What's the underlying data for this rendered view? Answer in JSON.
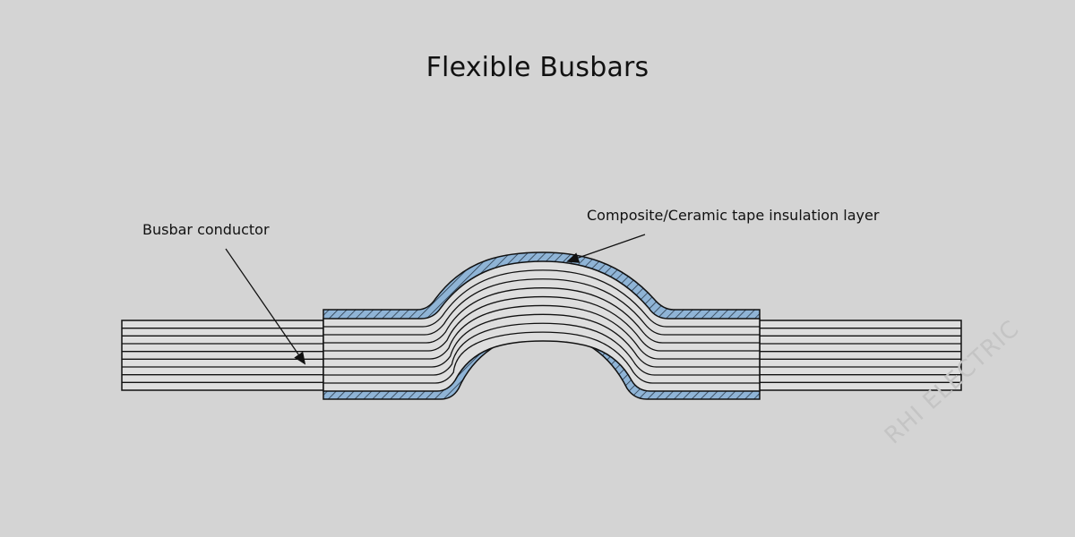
{
  "diagram": {
    "title": "Flexible Busbars",
    "labels": {
      "conductor": "Busbar conductor",
      "insulation": "Composite/Ceramic tape insulation layer"
    },
    "watermark": "RHI ELECTRIC",
    "colors": {
      "background": "#d4d4d4",
      "conductor_fill": "#dedede",
      "insulation_fill": "#8fb4d6",
      "stroke": "#111111"
    },
    "conductor_layers": 9
  }
}
